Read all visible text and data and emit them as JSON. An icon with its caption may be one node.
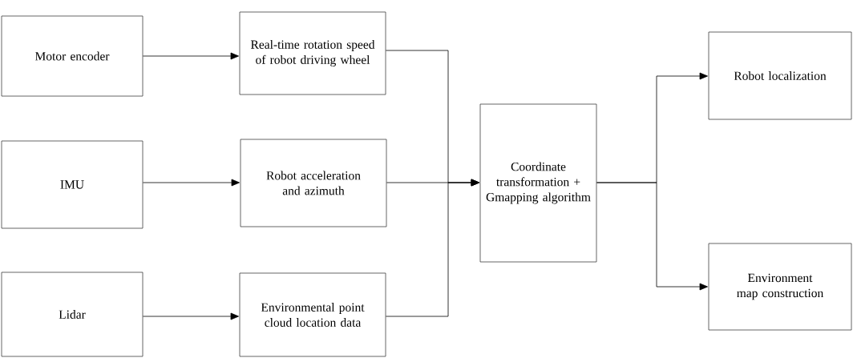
{
  "diagram": {
    "nodes": [
      {
        "text": [
          "Motor encoder"
        ]
      },
      {
        "text": [
          "Real-time rotation speed of robot driving wheel"
        ]
      },
      {
        "text": [
          "IMU"
        ]
      },
      {
        "text": [
          "Robot acceleration and azimuth"
        ]
      },
      {
        "text": [
          "Lidar"
        ]
      },
      {
        "text": [
          "Environmental point cloud location data"
        ]
      },
      {
        "text": [
          "Coordinate transformation + Gmapping algorithm"
        ]
      },
      {
        "text": [
          "Robot localization"
        ]
      },
      {
        "text": [
          "Environment map construction"
        ]
      }
    ],
    "edges": [
      {
        "from": 0,
        "to": 1,
        "arrow": "to"
      },
      {
        "from": 2,
        "to": 3,
        "arrow": "to"
      },
      {
        "from": 4,
        "to": 5,
        "arrow": "to"
      },
      {
        "from": 1,
        "to": 6,
        "arrow": "to"
      },
      {
        "from": 3,
        "to": 6,
        "arrow": "to"
      },
      {
        "from": 5,
        "to": 6,
        "arrow": "to"
      },
      {
        "from": 6,
        "to": 7,
        "arrow": "to"
      },
      {
        "from": 6,
        "to": 8,
        "arrow": "to"
      }
    ]
  }
}
